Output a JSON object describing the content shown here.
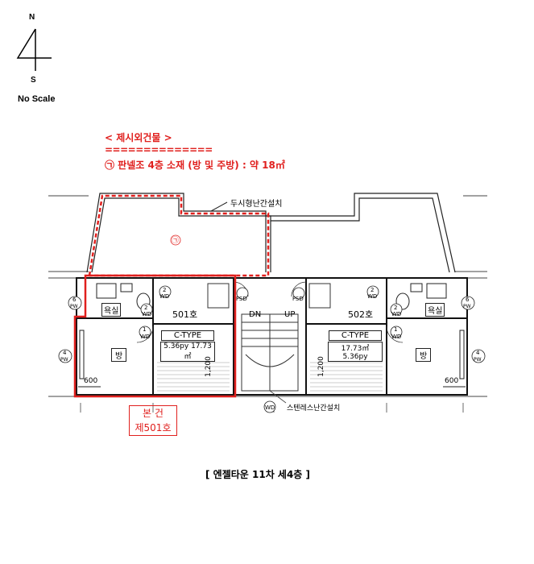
{
  "compass": {
    "north": "N",
    "south": "S",
    "scale_note": "No Scale"
  },
  "legend": {
    "title": "< 제시외건물 >",
    "divider": "==============",
    "item": "㉠ 판넬조 4층 소재 (방 및 주방) : 약 18㎡"
  },
  "plan": {
    "annex_label": "두시형난간설치",
    "annex_marker": "㉠",
    "stair_rail_label": "스텐레스난간설치",
    "units": [
      {
        "unit": "501호",
        "type": "C-TYPE",
        "area": "5.36py 17.73㎡",
        "bath": "욕실",
        "room": "방",
        "dim_a": "600",
        "dim_b": "1,200"
      },
      {
        "unit": "502호",
        "type": "C-TYPE",
        "area": "17.73㎡ 5.36py",
        "bath": "욕실",
        "room": "방",
        "dim_a": "600",
        "dim_b": "1,200"
      }
    ],
    "stair": {
      "down": "DN",
      "up": "UP"
    },
    "tags": {
      "window_a": "2",
      "window_b": "1",
      "wd": "WD",
      "pw6": "6",
      "pw4": "4",
      "pw": "PW",
      "fsd": "FSD"
    }
  },
  "subject": {
    "line1": "본 건",
    "line2": "제501호"
  },
  "caption": "[ 엔젤타운 11차 세4층 ]",
  "colors": {
    "highlight": "#e0201e",
    "line": "#111111"
  }
}
